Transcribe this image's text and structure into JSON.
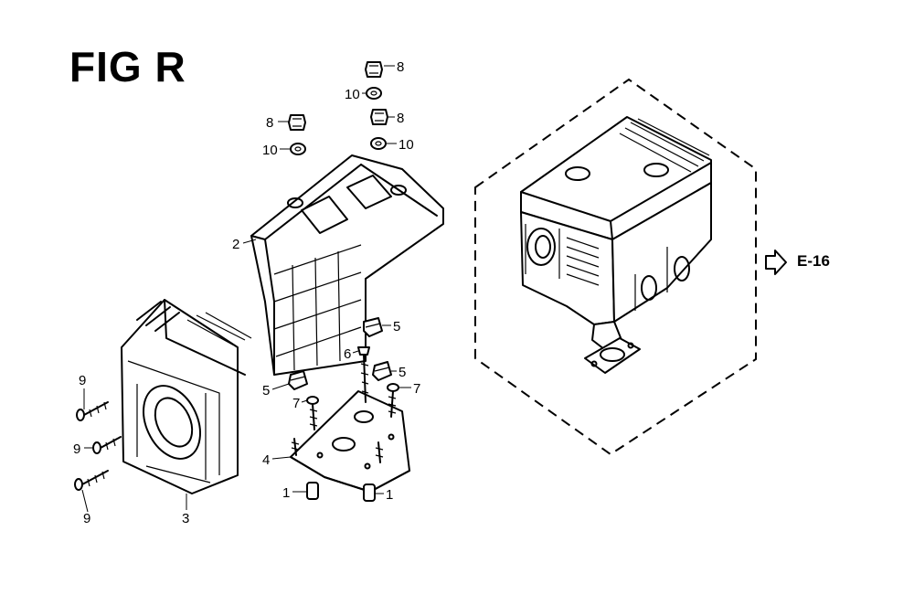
{
  "figure": {
    "title": "FIG R",
    "reference": "E-16"
  },
  "callouts": {
    "c1a": "1",
    "c1b": "1",
    "c2": "2",
    "c3": "3",
    "c4": "4",
    "c5a": "5",
    "c5b": "5",
    "c5c": "5",
    "c6": "6",
    "c7a": "7",
    "c7b": "7",
    "c8a": "8",
    "c8b": "8",
    "c8c": "8",
    "c9a": "9",
    "c9b": "9",
    "c9c": "9",
    "c10a": "10",
    "c10b": "10",
    "c10c": "10"
  }
}
